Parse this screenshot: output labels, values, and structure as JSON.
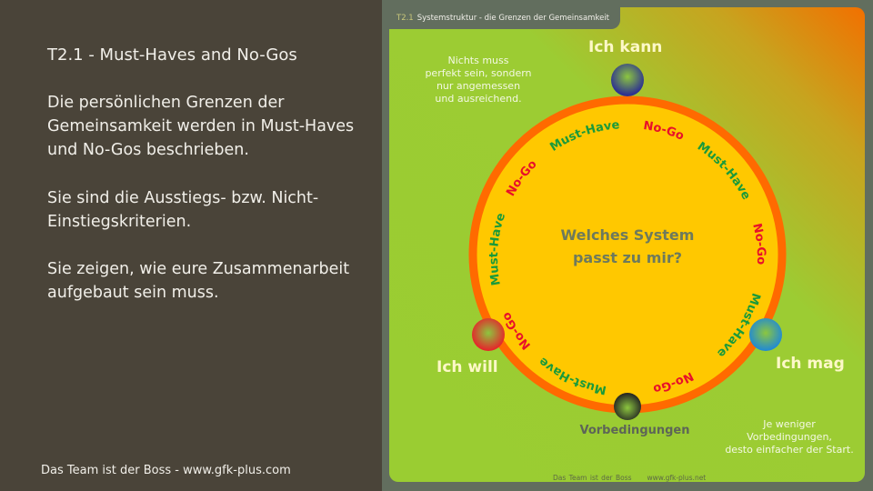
{
  "left": {
    "title": "T2.1 -  Must-Haves and No-Gos",
    "paragraphs": [
      "Die persönlichen Grenzen der Gemeinsamkeit werden in Must-Haves und No-Gos beschrieben.",
      "Sie sind die Ausstiegs- bzw. Nicht-Einstiegskriterien.",
      "Sie zeigen, wie eure Zusammenarbeit aufgebaut sein muss."
    ],
    "footer": "Das Team ist der Boss - www.gfk-plus.com"
  },
  "slide": {
    "tab_number": "T2.1",
    "tab_title": "Systemstruktur - die Grenzen der Gemeinsamkeit",
    "note_top": [
      "Nichts muss",
      "perfekt sein, sondern",
      "nur angemessen",
      "und ausreichend."
    ],
    "note_bottom": [
      "Je weniger",
      "Vorbedingungen,",
      "desto einfacher der Start."
    ],
    "ich_kann": "Ich kann",
    "ich_mag": "Ich mag",
    "ich_will": "Ich will",
    "vorbedingungen": "Vorbedingungen",
    "center": [
      "Welches System",
      "passt zu mir?"
    ],
    "ring_labels": [
      "Must-Have",
      "No-Go",
      "Must-Have",
      "No-Go",
      "Must-Have",
      "No-Go",
      "Must-Have",
      "No-Go",
      "Must-Have",
      "No-Go"
    ],
    "footer_left": "Das Team ist der Boss",
    "footer_right": "www.gfk-plus.net"
  },
  "colors": {
    "must_have": "#1a9a3a",
    "no_go": "#e8102a",
    "ring": "#ff6a00",
    "disc": "#ffc800"
  }
}
